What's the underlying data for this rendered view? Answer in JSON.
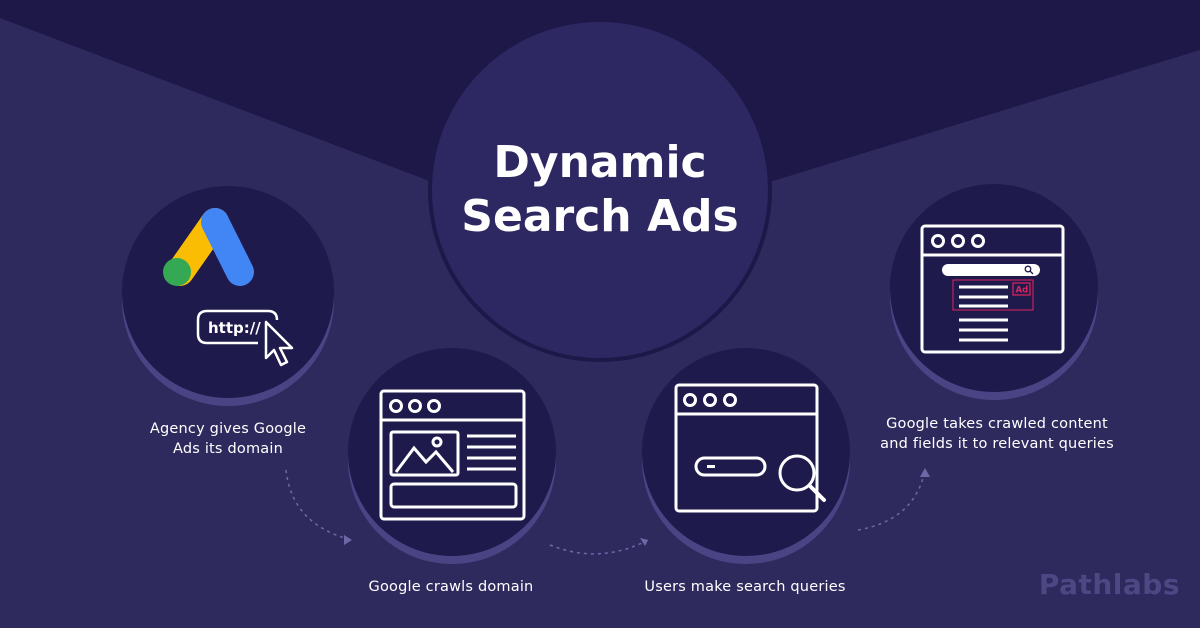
{
  "title": {
    "line1": "Dynamic",
    "line2": "Search Ads"
  },
  "steps": [
    {
      "label_line1": "Agency gives Google",
      "label_line2": "Ads its domain"
    },
    {
      "label": "Google crawls domain"
    },
    {
      "label": "Users make search queries"
    },
    {
      "label_line1": "Google takes crawled content",
      "label_line2": "and fields it to relevant queries"
    }
  ],
  "icons": {
    "url_text": "http://",
    "ad_badge": "Ad"
  },
  "brand": "Pathlabs",
  "colors": {
    "background": "#2f2a5e",
    "wedge": "#1d1848",
    "circle": "#1f1a4c",
    "circle_shadow": "#4a4485",
    "center_circle": "#2d2862",
    "ads_yellow": "#fbbc04",
    "ads_blue": "#4285f4",
    "ads_green": "#34a853",
    "ad_pink": "#e0245e"
  }
}
